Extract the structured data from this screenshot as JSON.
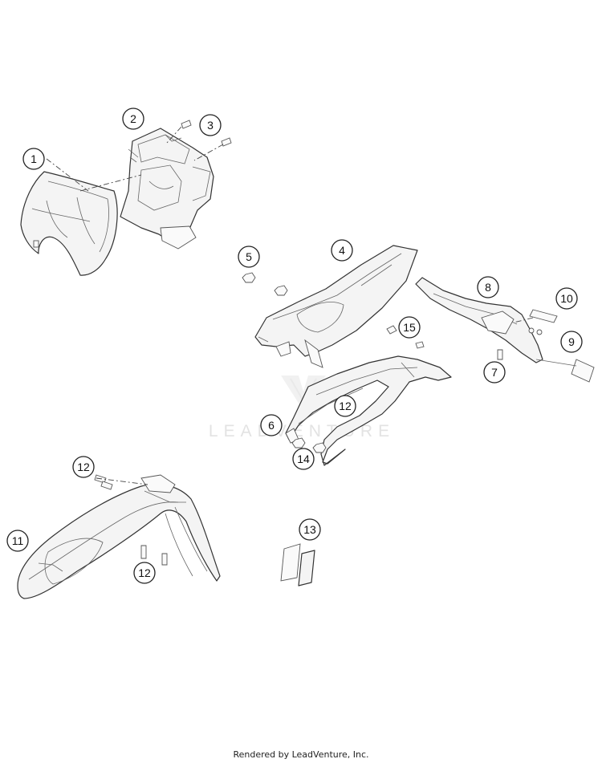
{
  "callouts": {
    "c1": "1",
    "c2": "2",
    "c3": "3",
    "c4": "4",
    "c5": "5",
    "c6": "6",
    "c7": "7",
    "c8": "8",
    "c9": "9",
    "c10": "10",
    "c11": "11",
    "c12a": "12",
    "c12b": "12",
    "c12c": "12",
    "c13": "13",
    "c14": "14",
    "c15": "15"
  },
  "watermark": {
    "text": "LEADVENTURE",
    "logo": "leadventure-logo"
  },
  "footer": {
    "text": "Rendered by LeadVenture, Inc."
  }
}
